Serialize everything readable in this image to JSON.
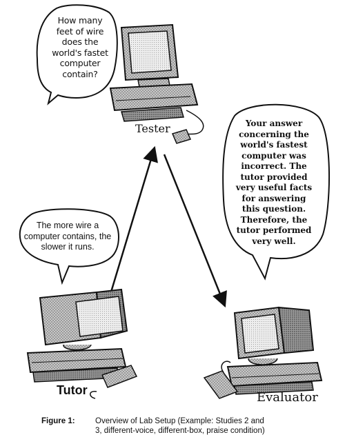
{
  "tester": {
    "label": "Tester",
    "speech": "How many feet of wire does the world's fastet computer contain?"
  },
  "tutor": {
    "label": "Tutor",
    "speech": "The more wire a computer contains, the slower it runs."
  },
  "evaluator": {
    "label": "Evaluator",
    "speech": "Your answer concerning the world's fastest computer was incorrect. The tutor provided very useful facts for answering this question. Therefore, the tutor performed very well."
  },
  "caption": {
    "label": "Figure 1:",
    "text_line1": "Overview of Lab Setup (Example:  Studies 2 and",
    "text_line2": "3, different-voice, different-box, praise condition)"
  }
}
